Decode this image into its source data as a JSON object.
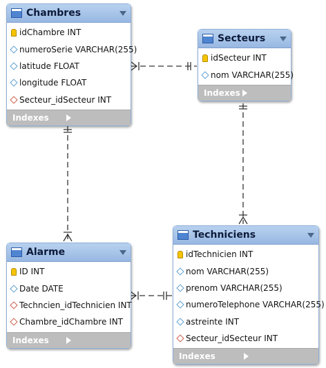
{
  "tables": {
    "chambres": {
      "name": "Chambres",
      "columns": [
        {
          "text": "idChambre INT",
          "icon": "primary-key-icon"
        },
        {
          "text": "numeroSerie VARCHAR(255)",
          "icon": "column-diamond-icon"
        },
        {
          "text": "latitude FLOAT",
          "icon": "column-diamond-icon"
        },
        {
          "text": "longitude FLOAT",
          "icon": "column-diamond-icon"
        },
        {
          "text": "Secteur_idSecteur INT",
          "icon": "foreign-key-diamond-icon"
        }
      ],
      "indexes": "Indexes"
    },
    "secteurs": {
      "name": "Secteurs",
      "columns": [
        {
          "text": "idSecteur INT",
          "icon": "primary-key-icon"
        },
        {
          "text": "nom VARCHAR(255)",
          "icon": "column-diamond-icon"
        }
      ],
      "indexes": "Indexes"
    },
    "alarme": {
      "name": "Alarme",
      "columns": [
        {
          "text": "ID INT",
          "icon": "primary-key-icon"
        },
        {
          "text": "Date DATE",
          "icon": "column-diamond-icon"
        },
        {
          "text": "Techncien_idTechnicien INT",
          "icon": "foreign-key-diamond-icon"
        },
        {
          "text": "Chambre_idChambre INT",
          "icon": "foreign-key-diamond-icon"
        }
      ],
      "indexes": "Indexes"
    },
    "techniciens": {
      "name": "Techniciens",
      "columns": [
        {
          "text": "idTechnicien INT",
          "icon": "primary-key-icon"
        },
        {
          "text": "nom VARCHAR(255)",
          "icon": "column-diamond-icon"
        },
        {
          "text": "prenom VARCHAR(255)",
          "icon": "column-diamond-icon"
        },
        {
          "text": "numeroTelephone VARCHAR(255)",
          "icon": "column-diamond-icon"
        },
        {
          "text": "astreinte INT",
          "icon": "column-diamond-icon"
        },
        {
          "text": "Secteur_idSecteur INT",
          "icon": "foreign-key-diamond-icon"
        }
      ],
      "indexes": "Indexes"
    }
  },
  "colors": {
    "header": "#a9c6ec",
    "indexes_bar": "#bdbdbd",
    "primary_key": "#f4c400",
    "foreign_key": "#c9604c",
    "column": "#5fa0d0",
    "relation_line": "#333333"
  }
}
